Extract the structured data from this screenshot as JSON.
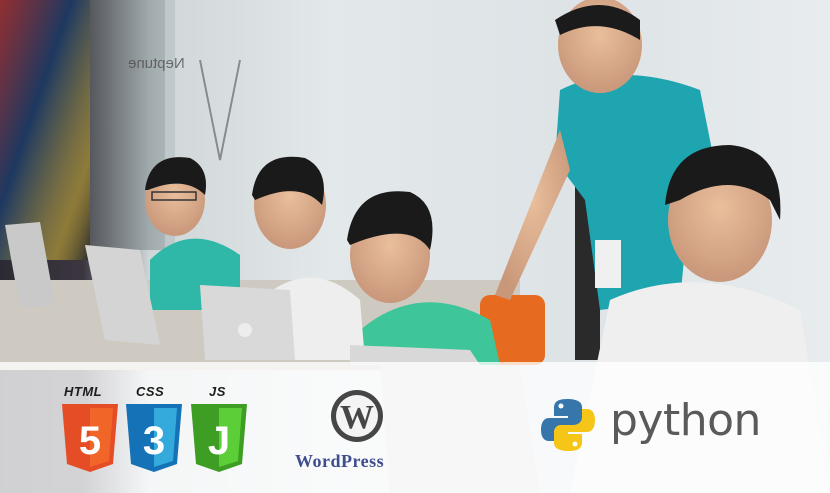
{
  "photo": {
    "description_icon": "classroom-photo",
    "wall_sign": "Neptune"
  },
  "logos": {
    "html": {
      "label": "HTML",
      "digit": "5",
      "color": "#e44d26"
    },
    "css": {
      "label": "CSS",
      "digit": "3",
      "color": "#1572b6"
    },
    "js": {
      "label": "JS",
      "digit": "J",
      "color": "#4db82e"
    },
    "wordpress": {
      "label": "WordPress",
      "color": "#3e4d8f"
    },
    "python": {
      "label": "python",
      "blue": "#3776ab",
      "yellow": "#f5c518"
    }
  }
}
